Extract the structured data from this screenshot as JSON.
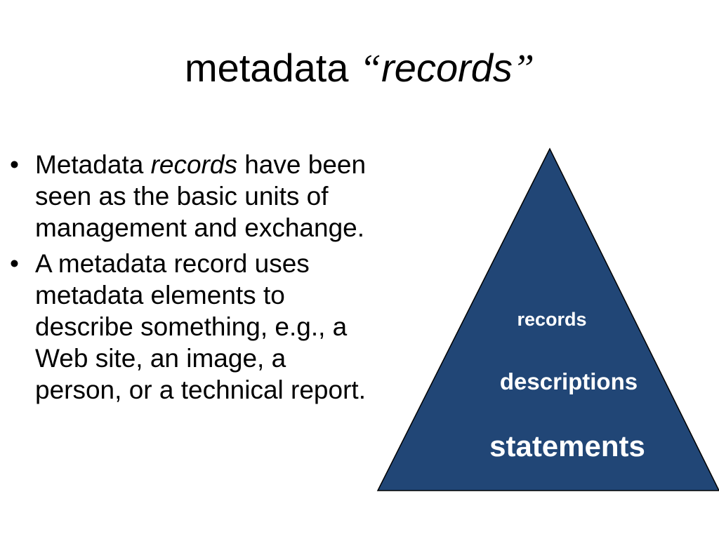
{
  "slide": {
    "title": {
      "prefix": "metadata ",
      "open_quote": "“",
      "word": "records",
      "close_quote": "”"
    },
    "bullets": [
      {
        "bullet_glyph": "•",
        "before": "Metadata ",
        "emphasis": "records",
        "after": " have been seen as the basic units of management and exchange."
      },
      {
        "bullet_glyph": "•",
        "text": "A metadata record uses metadata elements to describe something, e.g., a Web site, an image, a person, or a technical report."
      }
    ],
    "pyramid": {
      "fill_color": "#214676",
      "stroke_color": "#000000",
      "text_color": "#ffffff",
      "levels": [
        {
          "label": "records"
        },
        {
          "label": "descriptions"
        },
        {
          "label": "statements"
        }
      ]
    }
  }
}
